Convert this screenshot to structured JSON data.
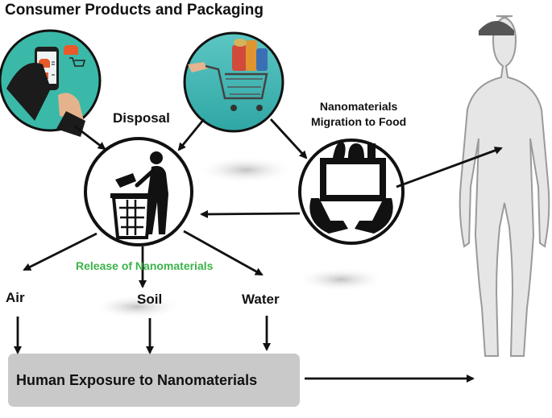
{
  "title": "Consumer Products and Packaging",
  "labels": {
    "disposal": "Disposal",
    "migration_line1": "Nanomaterials",
    "migration_line2": "Migration to Food",
    "release": "Release of Nanomaterials",
    "air": "Air",
    "soil": "Soil",
    "water": "Water",
    "exposure": "Human Exposure to Nanomaterials"
  },
  "colors": {
    "teal_bg": "#3bb9a8",
    "arrow": "#111111",
    "release_text": "#3cb34a",
    "exposure_box": "#c9c9c9",
    "body_fill": "#e6e6e6"
  }
}
